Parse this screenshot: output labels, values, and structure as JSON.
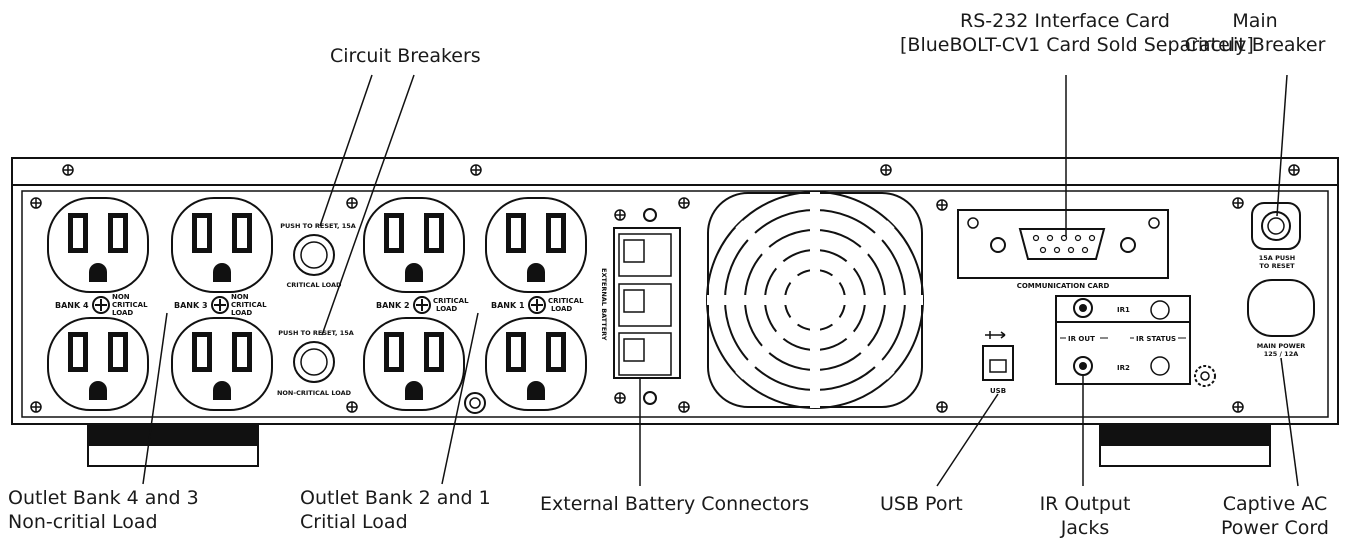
{
  "callouts": {
    "circuit_breakers": "Circuit Breakers",
    "rs232_line1": "RS-232 Interface Card",
    "rs232_line2": "[BlueBOLT-CV1 Card Sold Separately]",
    "main_breaker_line1": "Main",
    "main_breaker_line2": "Circuit Breaker",
    "bank43_line1": "Outlet Bank 4 and 3",
    "bank43_line2": "Non-critial Load",
    "bank21_line1": "Outlet Bank 2 and 1",
    "bank21_line2": "Critial Load",
    "ext_battery": "External Battery Connectors",
    "usb_port": "USB Port",
    "ir_line1": "IR Output",
    "ir_line2": "Jacks",
    "ac_line1": "Captive AC",
    "ac_line2": "Power Cord"
  },
  "panel": {
    "bank4": "BANK 4",
    "bank3": "BANK 3",
    "bank2": "BANK 2",
    "bank1": "BANK 1",
    "non": "NON",
    "critical": "CRITICAL",
    "load": "LOAD",
    "push_reset_top": "PUSH TO RESET, 15A",
    "critical_load": "CRITICAL LOAD",
    "push_reset_bottom": "PUSH TO RESET, 15A",
    "non_critical_load": "NON-CRITICAL LOAD",
    "external_battery": "EXTERNAL BATTERY",
    "communication_card": "COMMUNICATION CARD",
    "usb": "USB",
    "ir1": "IR1",
    "ir2": "IR2",
    "ir_out": "IR OUT",
    "ir_status": "IR STATUS",
    "push15a_line1": "15A PUSH",
    "push15a_line2": "TO RESET",
    "main_power_line1": "MAIN POWER",
    "main_power_line2": "125 / 12A"
  }
}
